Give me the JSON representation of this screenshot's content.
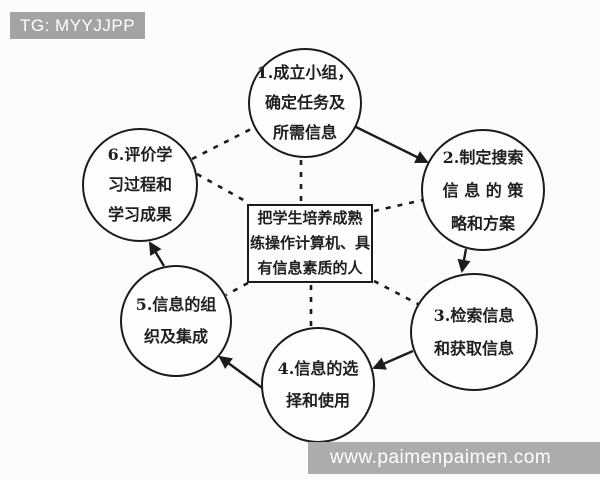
{
  "banner": {
    "label": "TG: MYYJJPP"
  },
  "watermark": {
    "label": "www.paimenpaimen.com"
  },
  "diagram": {
    "center_box": {
      "lines": [
        "把学生培养成熟",
        "练操作计算机、具",
        "有信息素质的人"
      ]
    },
    "nodes": [
      {
        "id": "step-1",
        "lines": [
          "1.成立小组，",
          "确定任务及",
          "所需信息"
        ]
      },
      {
        "id": "step-2",
        "lines": [
          "2.制定搜索",
          "信 息 的 策",
          "略和方案"
        ]
      },
      {
        "id": "step-3",
        "lines": [
          "3.检索信息",
          "和获取信息"
        ]
      },
      {
        "id": "step-4",
        "lines": [
          "4.信息的选",
          "择和使用"
        ]
      },
      {
        "id": "step-5",
        "lines": [
          "5.信息的组",
          "织及集成"
        ]
      },
      {
        "id": "step-6",
        "lines": [
          "6.评价学",
          "习过程和",
          "学习成果"
        ]
      }
    ],
    "edges": {
      "solid_arrows": [
        "step-1→step-2",
        "step-2→step-3",
        "step-3→step-4",
        "step-4→step-5",
        "step-5→step-6"
      ],
      "dashed_links": [
        "center↔step-1",
        "center↔step-2",
        "center↔step-3",
        "center↔step-4",
        "center↔step-5",
        "center↔step-6",
        "step-6↔step-1"
      ]
    },
    "colors": {
      "line": "#1b1b1b",
      "node_fill": "#fefefe",
      "text": "#1f1f1f",
      "banner_bg": "#a3a3a3",
      "watermark_bg": "#acacac",
      "banner_text": "#ffffff"
    }
  }
}
